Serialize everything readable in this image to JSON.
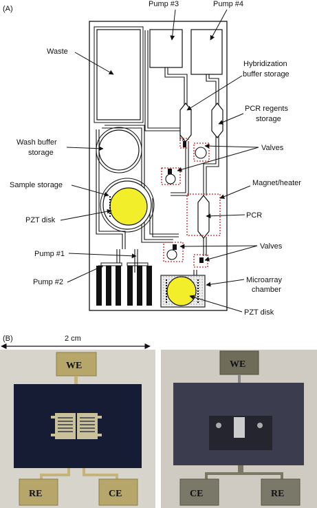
{
  "panel_a": {
    "panel_label": "(A)",
    "labels": {
      "pump3": "Pump #3",
      "pump4": "Pump #4",
      "waste": "Waste",
      "hyb1": "Hybridization",
      "hyb2": "buffer storage",
      "pcr_reg1": "PCR regents",
      "pcr_reg2": "storage",
      "wash1": "Wash buffer",
      "wash2": "storage",
      "valves_top": "Valves",
      "magnet": "Magnet/heater",
      "sample": "Sample storage",
      "pzt_left": "PZT disk",
      "pcr": "PCR",
      "pump1": "Pump #1",
      "valves_bottom": "Valves",
      "pump2": "Pump #2",
      "micro1": "Microarray",
      "micro2": "chamber",
      "pzt_bottom": "PZT disk"
    }
  },
  "panel_b": {
    "panel_label": "(B)",
    "scale_label": "2 cm",
    "left_chip": {
      "top_pad": "WE",
      "bottom_left_pad": "RE",
      "bottom_right_pad": "CE"
    },
    "right_chip": {
      "top_pad": "WE",
      "bottom_left_pad": "CE",
      "bottom_right_pad": "RE"
    }
  },
  "colors": {
    "pzt_fill": "#f2ee2a",
    "valve_outline": "#cc2222",
    "pad_gold": "#b6a66a",
    "chip_dark": "#161c34",
    "chip_bg": "#d4d2c7"
  }
}
